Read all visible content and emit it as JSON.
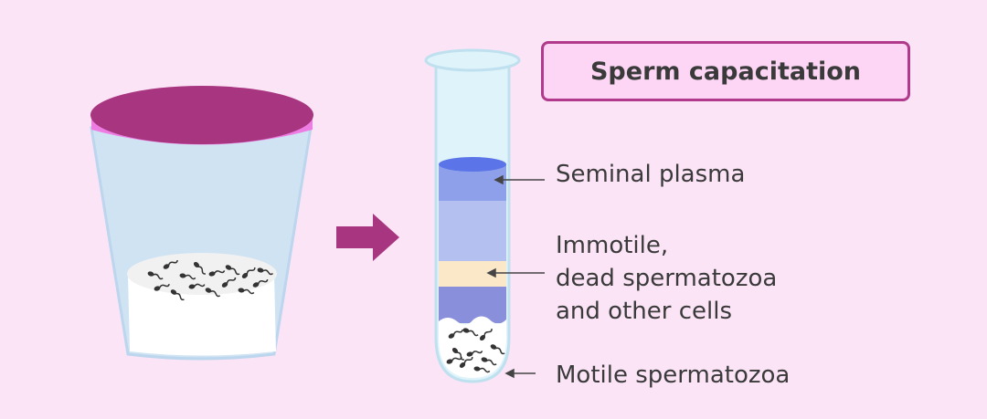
{
  "title": "Sperm capacitation",
  "labels": {
    "seminal_plasma": "Seminal plasma",
    "immotile_line1": "Immotile,",
    "immotile_line2": "dead spermatozoa",
    "immotile_line3": "and other cells",
    "motile": "Motile spermatozoa"
  },
  "colors": {
    "background": "#fce4f7",
    "lid": "#a8357f",
    "lid_rim": "#ee7de3",
    "arrow": "#a8357f",
    "title_border": "#b23a8c",
    "plasma_top": "#5b74e8",
    "plasma": "#8fa0ea",
    "layer_light": "#b4c0ef",
    "layer_cream": "#fbe8c8",
    "layer_dark": "#8a8fdc"
  }
}
